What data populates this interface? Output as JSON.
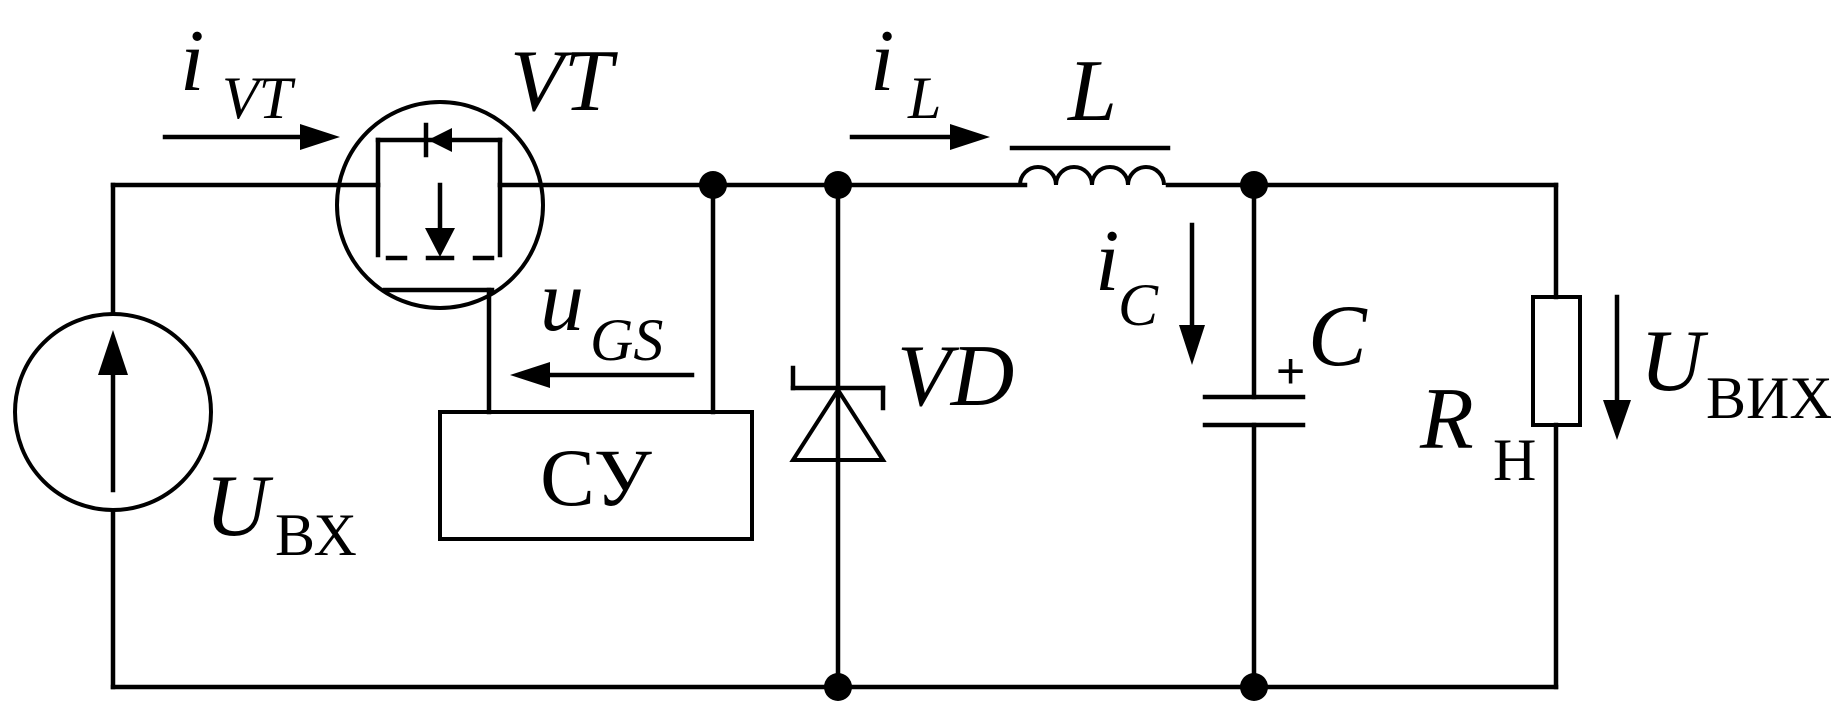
{
  "diagram": {
    "type": "buck converter schematic",
    "components": {
      "input_source": {
        "symbol": "U",
        "subscript": "ВХ"
      },
      "transistor": {
        "label": "VT"
      },
      "control_unit": {
        "label": "СУ"
      },
      "diode": {
        "label": "VD"
      },
      "inductor": {
        "label": "L"
      },
      "capacitor": {
        "label": "C",
        "polarity": "+"
      },
      "load_resistor": {
        "symbol": "R",
        "subscript": "Н"
      }
    },
    "quantities": {
      "transistor_current": {
        "symbol": "i",
        "subscript": "VT"
      },
      "gate_voltage": {
        "symbol": "u",
        "subscript": "GS"
      },
      "inductor_current": {
        "symbol": "i",
        "subscript": "L"
      },
      "capacitor_current": {
        "symbol": "i",
        "subscript": "C"
      },
      "output_voltage": {
        "symbol": "U",
        "subscript": "ВИХ"
      }
    }
  }
}
